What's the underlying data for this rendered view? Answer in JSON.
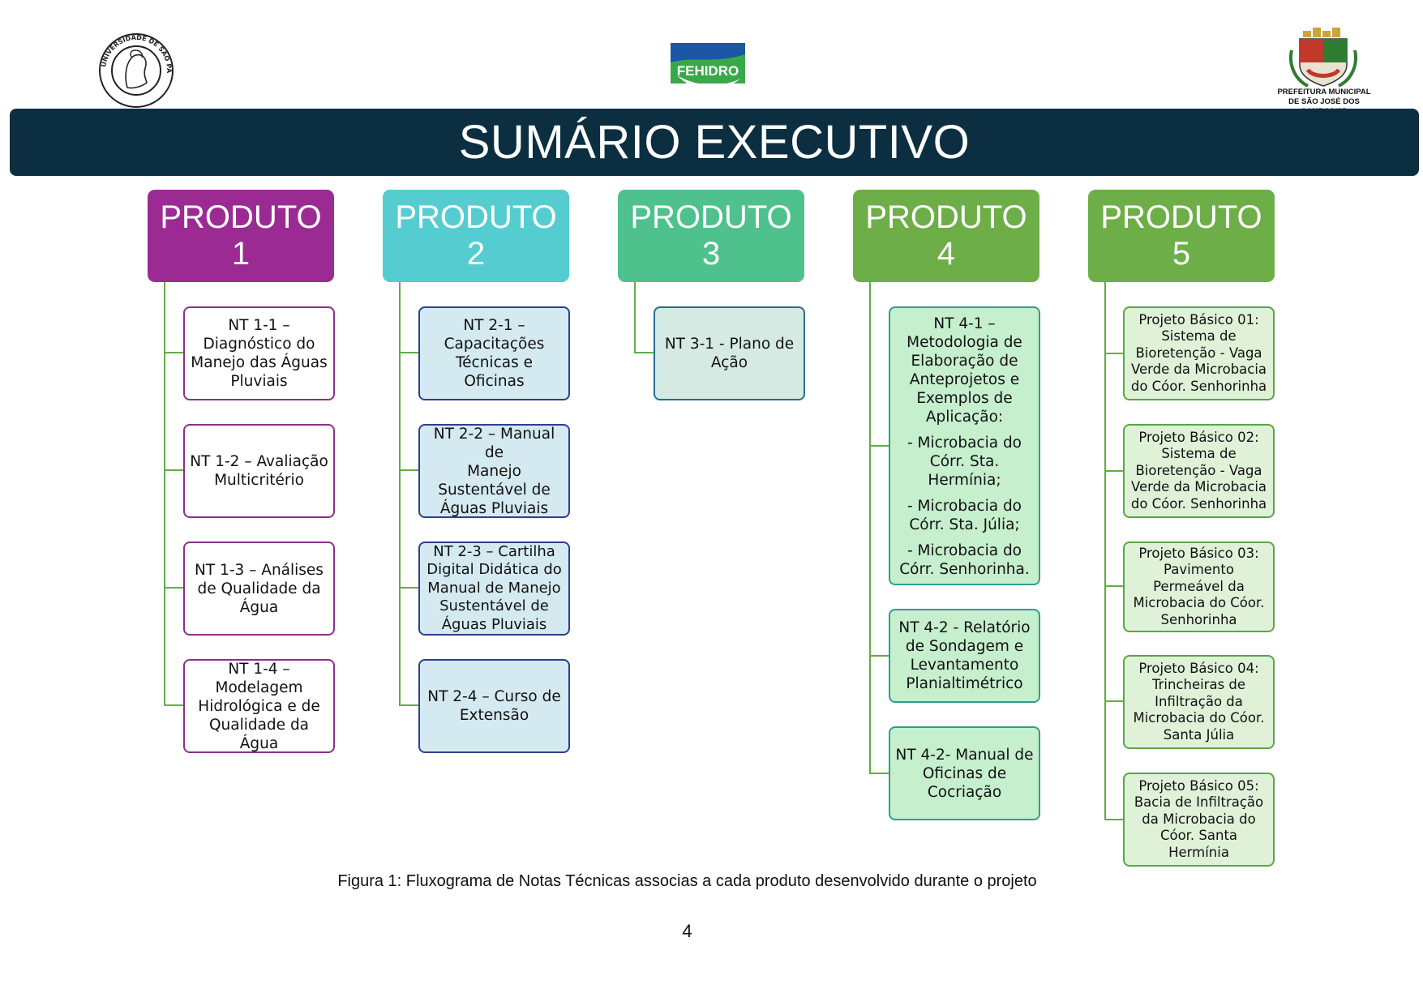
{
  "colors": {
    "banner": "#0b2f41",
    "product_1": "#9b2b93",
    "product_2": "#55cdd0",
    "product_3": "#4fc18c",
    "product_4": "#6eae48",
    "product_5": "#6eae48",
    "connector": "#62ae45"
  },
  "logos": {
    "usp": "Universidade de São Paulo — Escola Politécnica seal",
    "fehidro_text": "FEHIDRO",
    "prefeitura_text_1": "PREFEITURA MUNICIPAL",
    "prefeitura_text_2": "DE SÃO JOSÉ DOS CAMPOS/SP"
  },
  "banner": {
    "title": "SUMÁRIO EXECUTIVO"
  },
  "products": [
    {
      "label": "PRODUTO",
      "number": "1",
      "notes": [
        [
          "NT 1-1 –",
          "Diagnóstico do",
          "Manejo das Águas",
          "Pluviais"
        ],
        [
          "NT 1-2 – Avaliação",
          "Multicritério"
        ],
        [
          "NT 1-3 – Análises",
          "de Qualidade da",
          "Água"
        ],
        [
          "NT 1-4 –",
          "Modelagem",
          "Hidrológica e de",
          "Qualidade da Água"
        ]
      ]
    },
    {
      "label": "PRODUTO",
      "number": "2",
      "notes": [
        [
          "NT 2-1 –",
          "Capacitações",
          "Técnicas e",
          "Oficinas"
        ],
        [
          "NT 2-2 – Manual de",
          "Manejo",
          "Sustentável de",
          "Águas Pluviais"
        ],
        [
          "NT 2-3 – Cartilha",
          "Digital Didática do",
          "Manual de Manejo",
          "Sustentável de",
          "Águas Pluviais"
        ],
        [
          "NT 2-4 – Curso de",
          "Extensão"
        ]
      ]
    },
    {
      "label": "PRODUTO",
      "number": "3",
      "notes": [
        [
          "NT 3-1 - Plano de",
          "Ação"
        ]
      ]
    },
    {
      "label": "PRODUTO",
      "number": "4",
      "notes": [
        [
          "NT 4-1 –",
          "Metodologia de",
          "Elaboração de",
          "Anteprojetos e",
          "Exemplos de",
          "Aplicação:",
          "- Microbacia do",
          "Córr. Sta.",
          "Hermínia;",
          "- Microbacia do",
          "Córr. Sta. Júlia;",
          "- Microbacia do",
          "Córr. Senhorinha."
        ],
        [
          "NT 4-2 - Relatório",
          "de Sondagem e",
          "Levantamento",
          "Planialtimétrico"
        ],
        [
          "NT 4-2- Manual de",
          "Oficinas de",
          "Cocriação"
        ]
      ]
    },
    {
      "label": "PRODUTO",
      "number": "5",
      "notes": [
        [
          "Projeto Básico 01:",
          "Sistema de",
          "Bioretenção - Vaga",
          "Verde da Microbacia",
          "do Cóor. Senhorinha"
        ],
        [
          "Projeto Básico 02:",
          "Sistema de",
          "Bioretenção - Vaga",
          "Verde da Microbacia",
          "do Cóor. Senhorinha"
        ],
        [
          "Projeto Básico 03:",
          "Pavimento",
          "Permeável da",
          "Microbacia do Cóor.",
          "Senhorinha"
        ],
        [
          "Projeto Básico 04:",
          "Trincheiras de",
          "Infiltração da",
          "Microbacia do Cóor.",
          "Santa Júlia"
        ],
        [
          "Projeto Básico 05:",
          "Bacia de Infiltração",
          "da Microbacia do",
          "Cóor. Santa",
          "Hermínia"
        ]
      ]
    }
  ],
  "caption": "Figura 1: Fluxograma de Notas Técnicas associas a cada produto desenvolvido durante o projeto",
  "page_number": "4"
}
